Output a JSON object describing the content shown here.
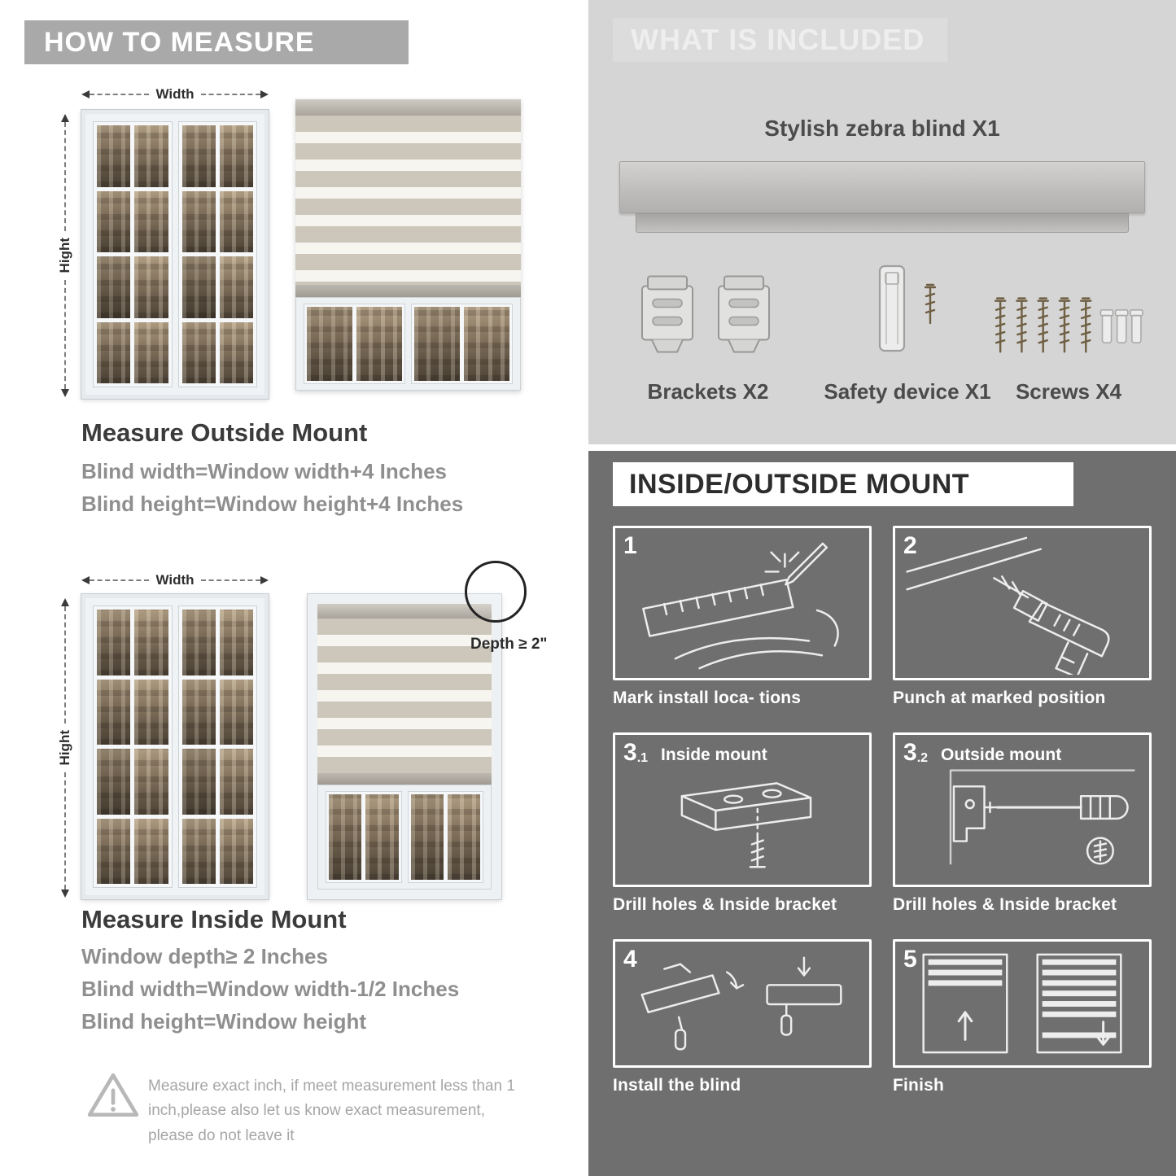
{
  "colors": {
    "header_gray": "#a9a9a9",
    "light_panel": "#d5d5d5",
    "dark_panel": "#6f6f6f"
  },
  "left": {
    "header": "HOW TO MEASURE",
    "labels": {
      "width": "Width",
      "height": "Hight",
      "depth": "Depth ≥ 2\""
    },
    "outside": {
      "title": "Measure Outside Mount",
      "lines": [
        "Blind width=Window width+4 Inches",
        "Blind height=Window height+4 Inches"
      ]
    },
    "inside": {
      "title": "Measure Inside Mount",
      "lines": [
        "Window depth≥ 2 Inches",
        "Blind width=Window width-1/2 Inches",
        "Blind height=Window height"
      ]
    },
    "warning": "Measure exact inch, if meet measurement less than 1 inch,please also let us know exact measurement, please do not leave it"
  },
  "included": {
    "header": "WHAT IS INCLUDED",
    "blind_label": "Stylish zebra blind X1",
    "items": [
      {
        "label": "Brackets X2"
      },
      {
        "label": "Safety device X1"
      },
      {
        "label": "Screws X4"
      }
    ]
  },
  "mount": {
    "header": "INSIDE/OUTSIDE MOUNT",
    "steps": [
      {
        "num": "1",
        "caption": "Mark install loca- tions"
      },
      {
        "num": "2",
        "caption": "Punch at  marked position"
      },
      {
        "num": "3",
        "sub": ".1",
        "label": "Inside mount",
        "caption": "Drill holes &  Inside bracket"
      },
      {
        "num": "3",
        "sub": ".2",
        "label": "Outside mount",
        "caption": "Drill holes &  Inside bracket"
      },
      {
        "num": "4",
        "caption": "Install the blind"
      },
      {
        "num": "5",
        "caption": "Finish"
      }
    ]
  }
}
